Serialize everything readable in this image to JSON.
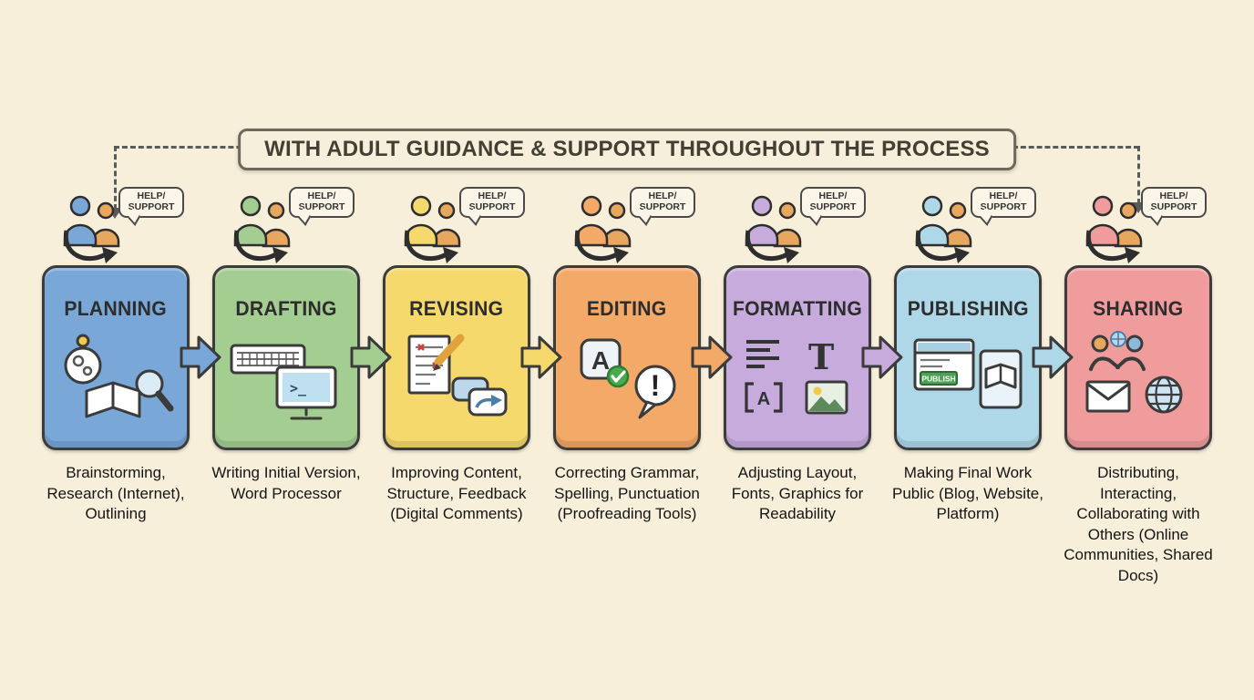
{
  "banner": {
    "text": "WITH ADULT GUIDANCE & SUPPORT THROUGHOUT THE PROCESS"
  },
  "help_bubble": {
    "line1": "HELP/",
    "line2": "SUPPORT"
  },
  "colors": {
    "background": "#f7efd9",
    "outline": "#3c3c3c",
    "dashed_connector": "#5a5a5a",
    "banner_border": "#6e675a"
  },
  "glyphs": {
    "letter_a": "A",
    "letter_t": "T",
    "exclamation": "!",
    "prompt": "&gt;_"
  },
  "publish_button_label": "PUBLISH",
  "stages": [
    {
      "title": "PLANNING",
      "description": "Brainstorming, Research (Internet), Outlining",
      "color": "#79a8d8",
      "icons": [
        "thinking-head-icon",
        "open-book-icon",
        "magnifier-icon"
      ]
    },
    {
      "title": "DRAFTING",
      "description": "Writing Initial Version, Word Processor",
      "color": "#a4cd92",
      "icons": [
        "keyboard-icon",
        "monitor-icon"
      ]
    },
    {
      "title": "REVISING",
      "description": "Improving Content, Structure, Feedback (Digital Comments)",
      "color": "#f6d96d",
      "icons": [
        "marked-document-icon",
        "pencil-icon",
        "comment-reply-icon"
      ]
    },
    {
      "title": "EDITING",
      "description": "Correcting Grammar, Spelling, Punctuation (Proofreading Tools)",
      "color": "#f3a967",
      "icons": [
        "spellcheck-icon",
        "exclamation-bubble-icon"
      ]
    },
    {
      "title": "FORMATTING",
      "description": "Adjusting Layout, Fonts, Graphics for Readability",
      "color": "#c7abdd",
      "icons": [
        "text-align-icon",
        "letter-t-icon",
        "letter-frame-icon",
        "image-icon"
      ]
    },
    {
      "title": "PUBLISHING",
      "description": "Making Final Work Public (Blog, Website, Platform)",
      "color": "#aed7e8",
      "icons": [
        "publish-browser-icon",
        "tablet-reader-icon"
      ]
    },
    {
      "title": "SHARING",
      "description": "Distributing, Interacting, Collaborating with Others (Online Communities, Shared Docs)",
      "color": "#f09c9c",
      "icons": [
        "handshake-icon",
        "envelope-icon",
        "globe-icon"
      ]
    }
  ]
}
